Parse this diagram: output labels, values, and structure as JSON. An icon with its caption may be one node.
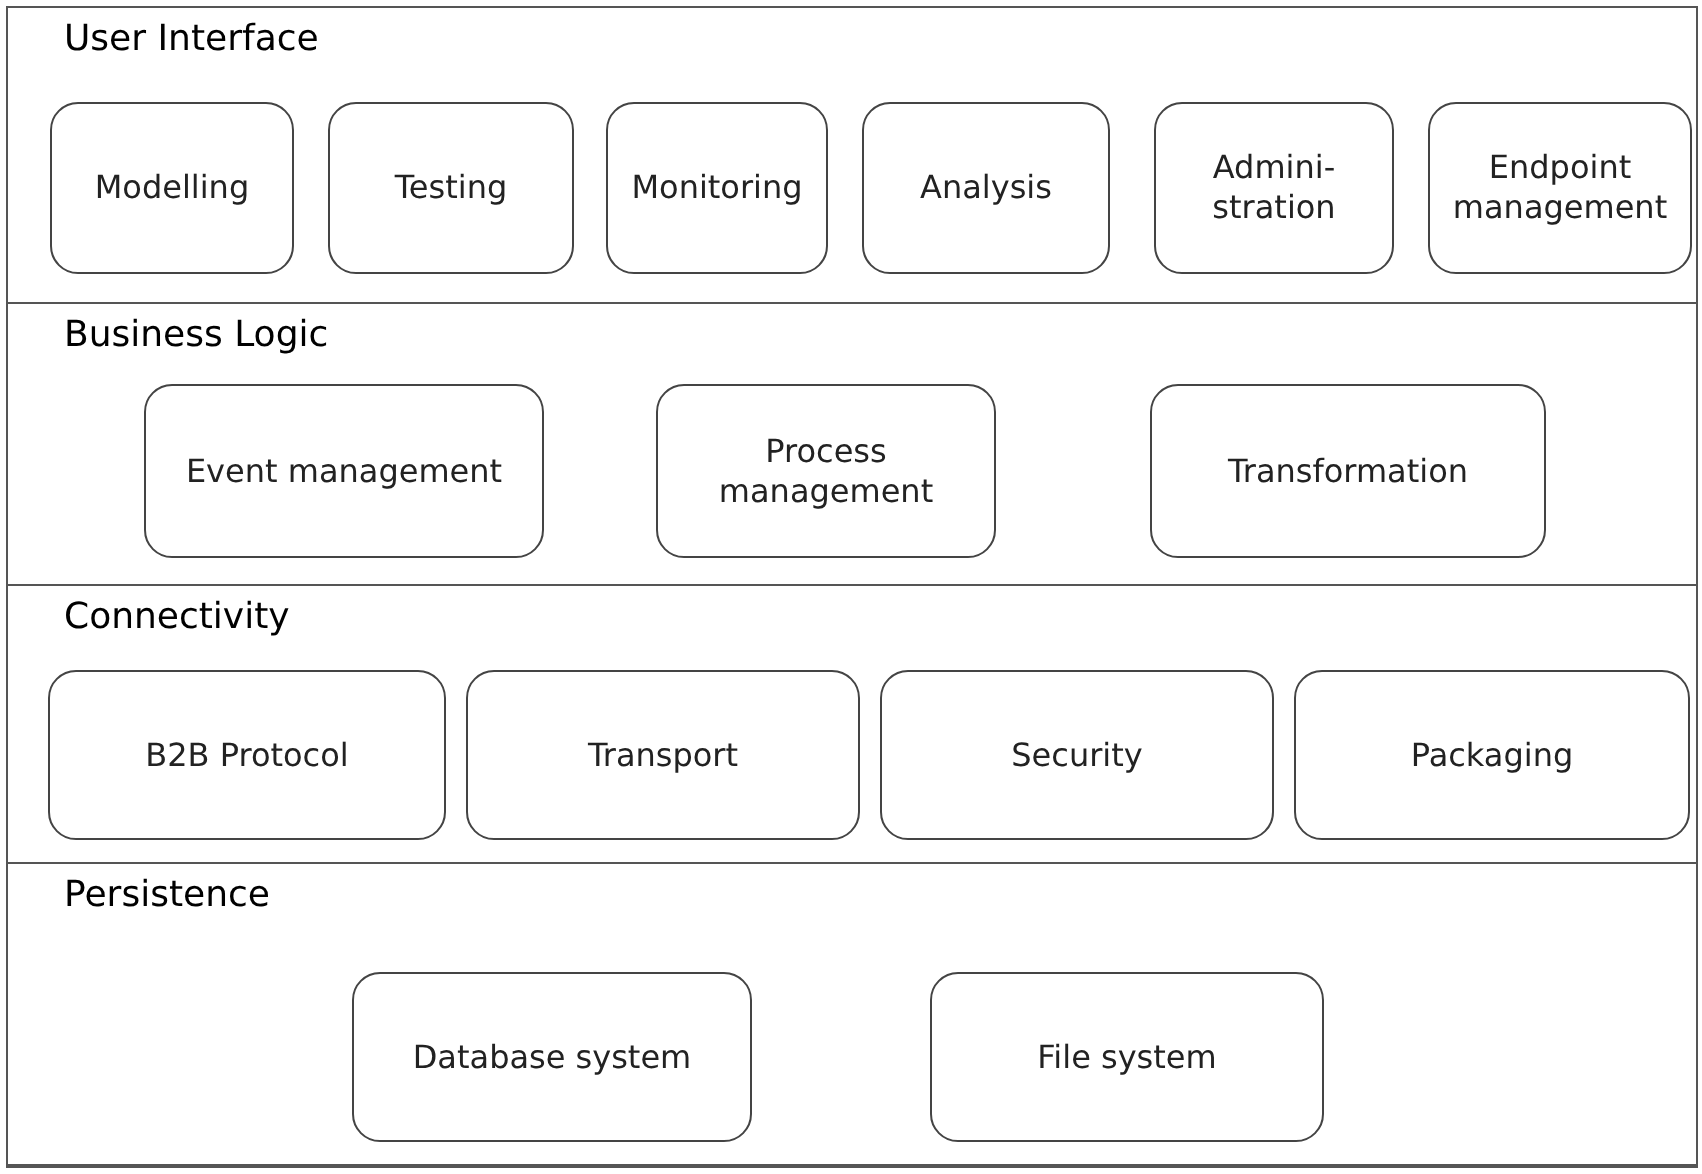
{
  "diagram": {
    "nodes": [
      {
        "text": [
          "User Interface"
        ]
      },
      {
        "text": [
          "Modelling"
        ],
        "in": 0
      },
      {
        "text": [
          "Testing"
        ],
        "in": 0
      },
      {
        "text": [
          "Monitoring"
        ],
        "in": 0
      },
      {
        "text": [
          "Analysis"
        ],
        "in": 0
      },
      {
        "text": [
          "Admini- stration"
        ],
        "in": 0
      },
      {
        "text": [
          "Endpoint management"
        ],
        "in": 0
      },
      {
        "text": [
          "Business Logic"
        ]
      },
      {
        "text": [
          "Event management"
        ],
        "in": 7
      },
      {
        "text": [
          "Process management"
        ],
        "in": 7
      },
      {
        "text": [
          "Transformation"
        ],
        "in": 7
      },
      {
        "text": [
          "Connectivity"
        ]
      },
      {
        "text": [
          "B2B Protocol"
        ],
        "in": 11
      },
      {
        "text": [
          "Transport"
        ],
        "in": 11
      },
      {
        "text": [
          "Security"
        ],
        "in": 11
      },
      {
        "text": [
          "Packaging"
        ],
        "in": 11
      },
      {
        "text": [
          "Persistence"
        ]
      },
      {
        "text": [
          "Database system"
        ],
        "in": 16
      },
      {
        "text": [
          "File system"
        ],
        "in": 16
      }
    ]
  }
}
